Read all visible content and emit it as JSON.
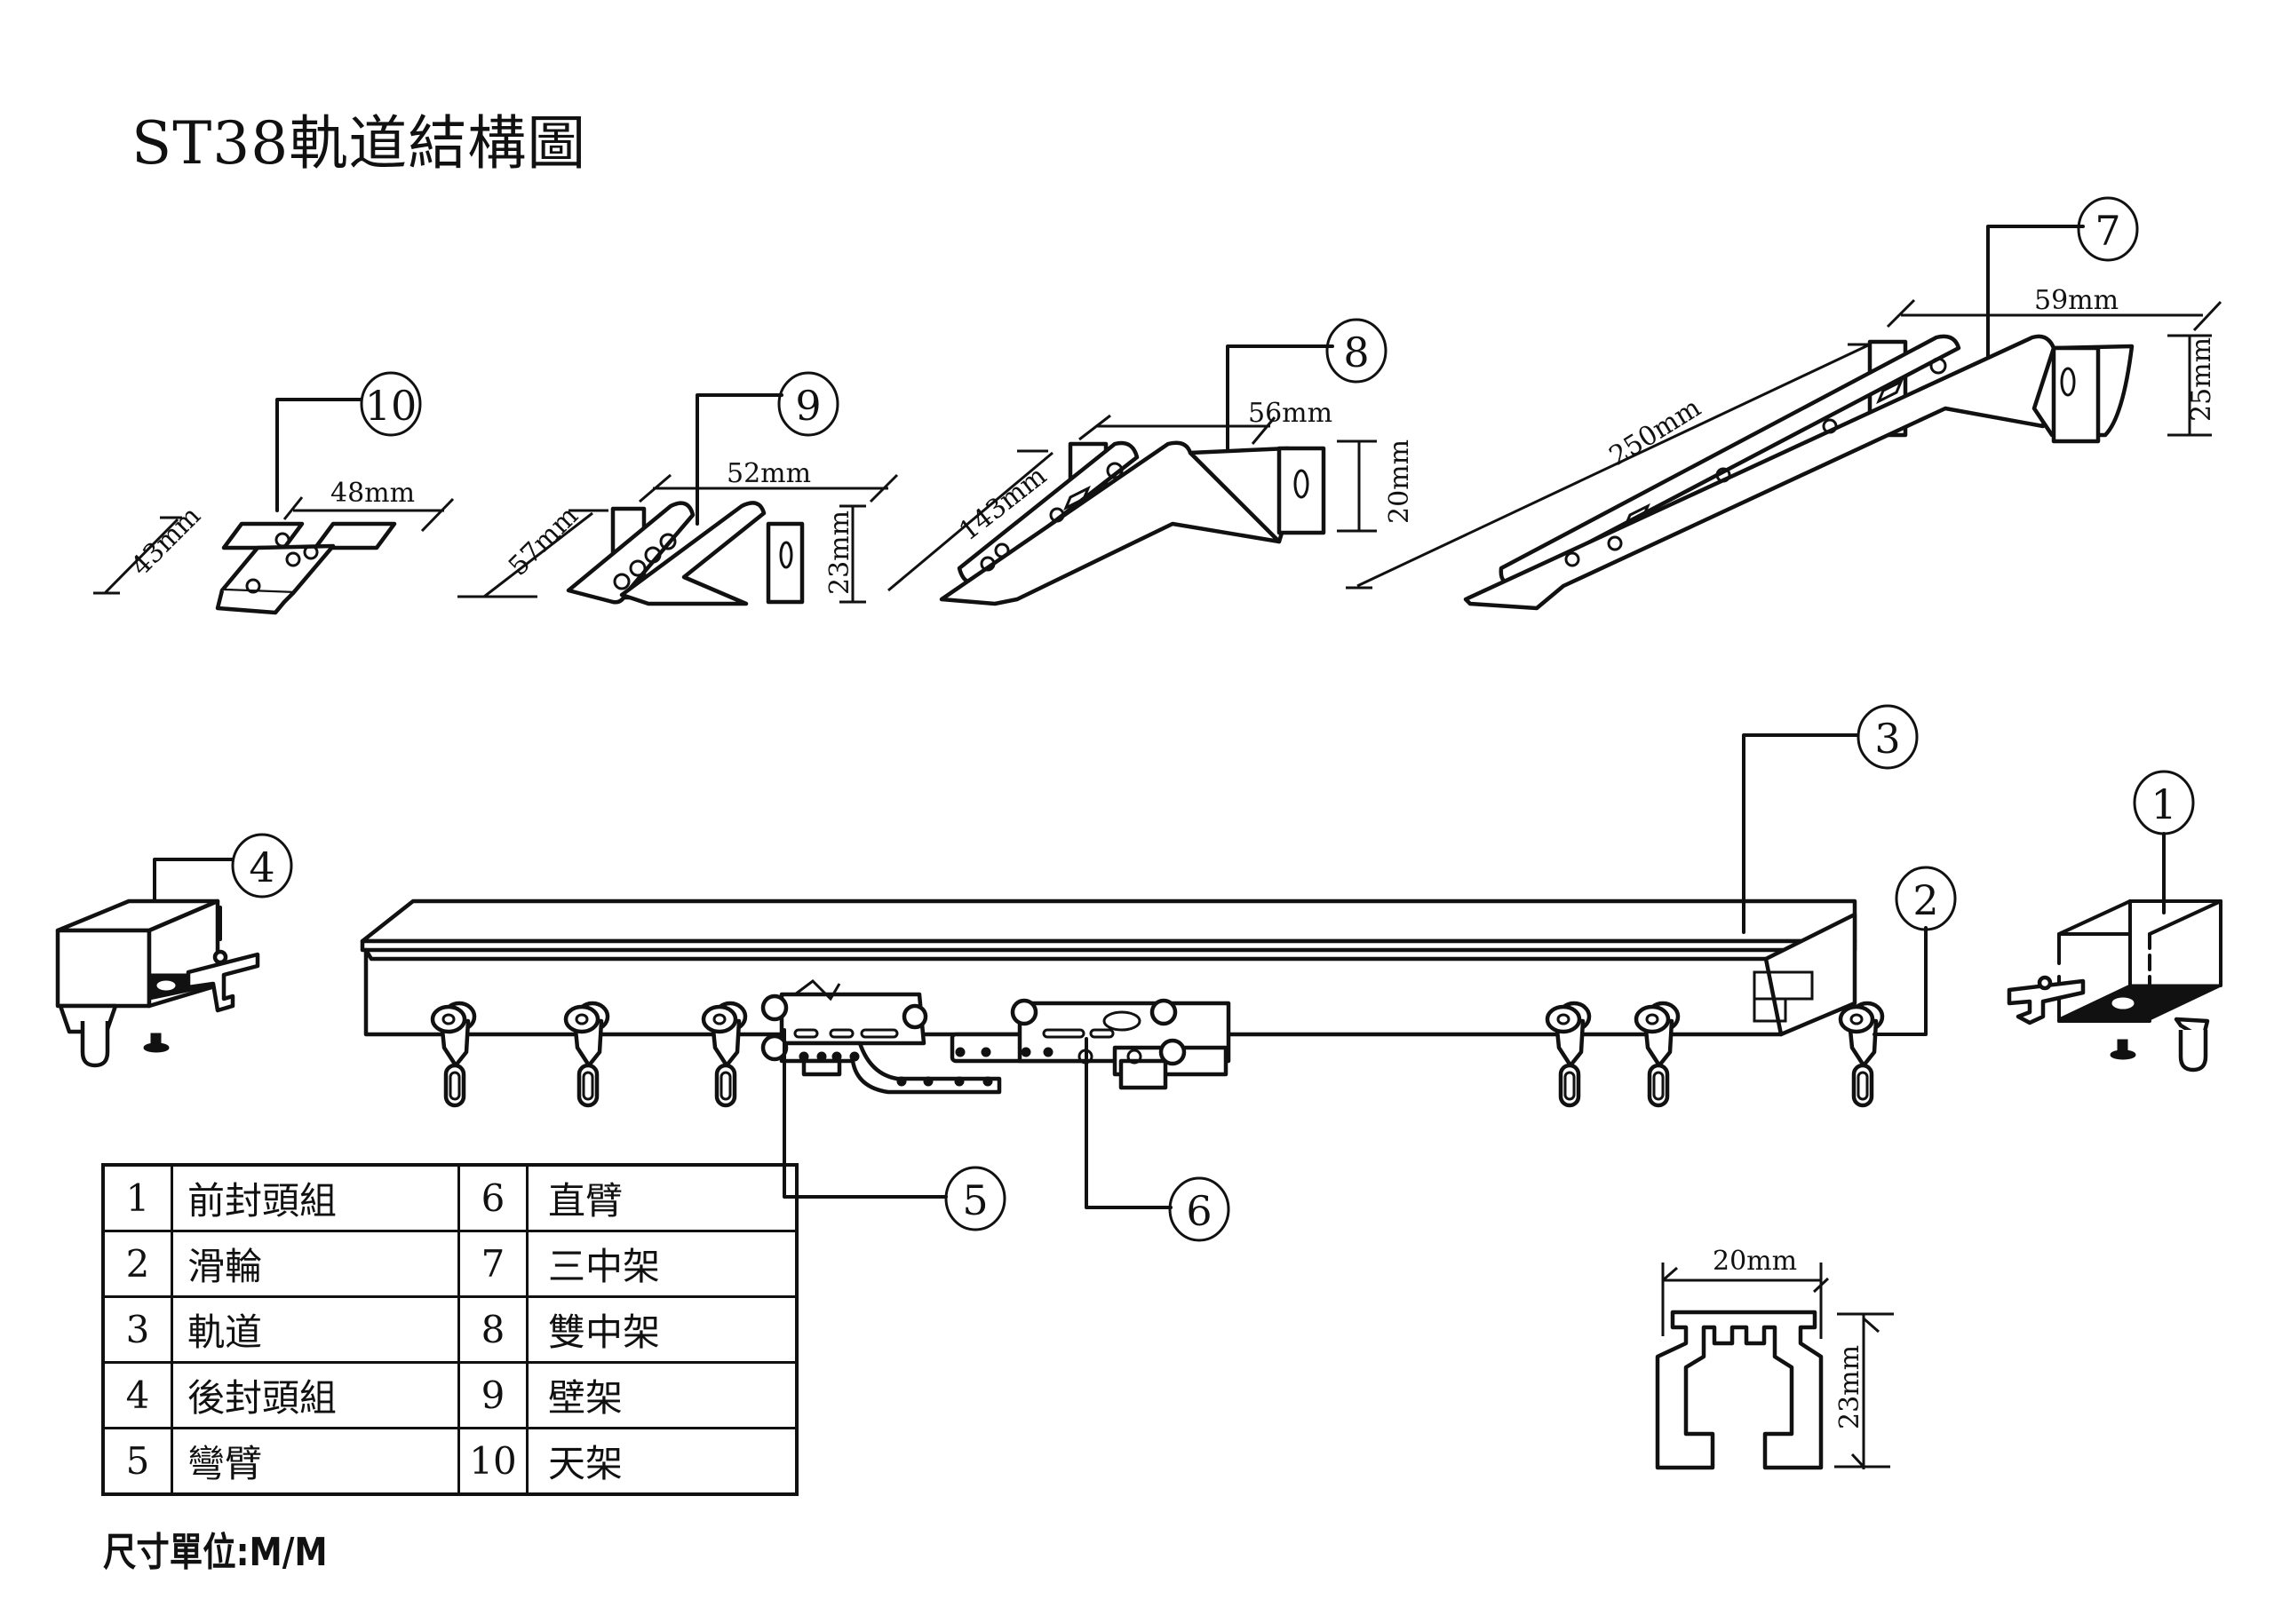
{
  "title": "ST38軌道結構圖",
  "callouts": {
    "c1": "1",
    "c2": "2",
    "c3": "3",
    "c4": "4",
    "c5": "5",
    "c6": "6",
    "c7": "7",
    "c8": "8",
    "c9": "9",
    "c10": "10"
  },
  "dimensions": {
    "ceiling_bracket": {
      "depth": "43mm",
      "width": "48mm"
    },
    "wall_bracket": {
      "depth": "57mm",
      "width": "52mm",
      "height": "23mm"
    },
    "double_bracket": {
      "depth": "143mm",
      "width": "56mm",
      "height": "20mm"
    },
    "triple_bracket": {
      "depth": "250mm",
      "width": "59mm",
      "height": "25mm"
    },
    "track_profile": {
      "width": "20mm",
      "height": "23mm"
    }
  },
  "legend": [
    {
      "num": "1",
      "name": "前封頭組",
      "num2": "6",
      "name2": "直臂"
    },
    {
      "num": "2",
      "name": "滑輪",
      "num2": "7",
      "name2": "三中架"
    },
    {
      "num": "3",
      "name": "軌道",
      "num2": "8",
      "name2": "雙中架"
    },
    {
      "num": "4",
      "name": "後封頭組",
      "num2": "9",
      "name2": "壁架"
    },
    {
      "num": "5",
      "name": "彎臂",
      "num2": "10",
      "name2": "天架"
    }
  ],
  "unit_note": "尺寸單位:M/M",
  "colors": {
    "ink": "#111111",
    "paper": "#ffffff"
  }
}
